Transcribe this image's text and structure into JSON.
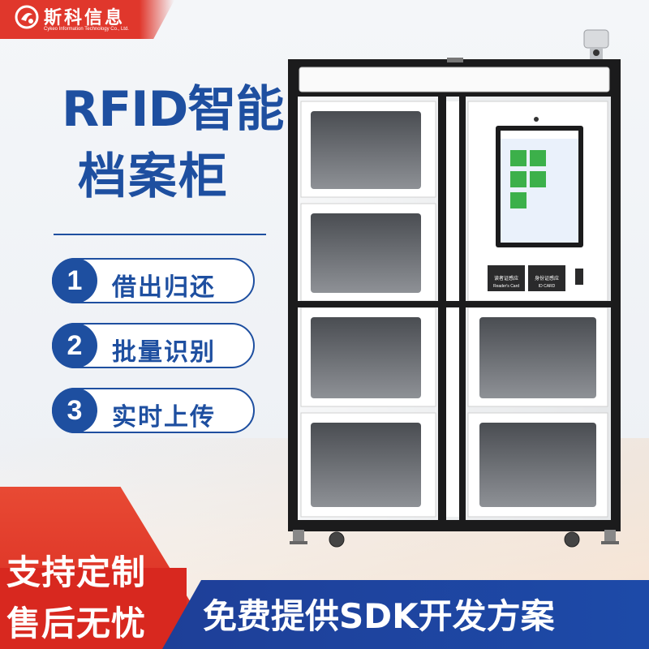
{
  "header": {
    "brand_name": "斯科信息",
    "brand_sub": "Cykeo Information Technology Co., Ltd.",
    "logo_icon": "cykeo-logo-icon"
  },
  "title": {
    "line1": "RFID智能",
    "line2": "档案柜"
  },
  "features": [
    {
      "num": "1",
      "text": "借出归还"
    },
    {
      "num": "2",
      "text": "批量识别"
    },
    {
      "num": "3",
      "text": "实时上传"
    }
  ],
  "cabinet": {
    "reader_label": "读者证感应",
    "reader_label_en": "Reader's Card",
    "idcard_label": "身份证感应",
    "idcard_label_en": "ID CARD"
  },
  "promo": {
    "line1": "支持定制",
    "line2": "售后无忧",
    "bottom": "免费提供SDK开发方案"
  },
  "colors": {
    "brand_blue": "#1e4fa0",
    "brand_red": "#e0372c",
    "screen_green": "#3cb04a"
  }
}
